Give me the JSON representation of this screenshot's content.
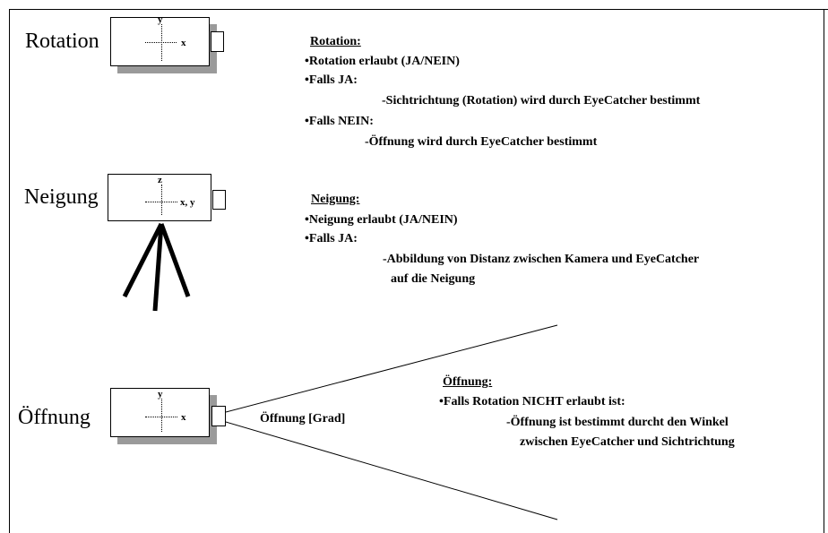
{
  "rotation": {
    "label": "Rotation",
    "axis_y": "y",
    "axis_x": "x",
    "heading": "Rotation:",
    "lines": [
      "•Rotation erlaubt (JA/NEIN)",
      "•Falls JA:",
      "-Sichtrichtung (Rotation) wird durch EyeCatcher bestimmt",
      "•Falls NEIN:",
      "-Öffnung wird durch EyeCatcher bestimmt"
    ]
  },
  "neigung": {
    "label": "Neigung",
    "axis_z": "z",
    "axis_xy": "x, y",
    "heading": "Neigung:",
    "lines": [
      "•Neigung erlaubt (JA/NEIN)",
      "•Falls JA:",
      "-Abbildung von Distanz zwischen Kamera und EyeCatcher",
      "auf die Neigung"
    ]
  },
  "oeffnung": {
    "label": "Öffnung",
    "axis_y": "y",
    "axis_x": "x",
    "angle_label": "Öffnung [Grad]",
    "heading": "Öffnung:",
    "lines": [
      "•Falls Rotation NICHT erlaubt ist:",
      "-Öffnung ist bestimmt durcht den Winkel",
      "zwischen EyeCatcher und Sichtrichtung"
    ]
  }
}
